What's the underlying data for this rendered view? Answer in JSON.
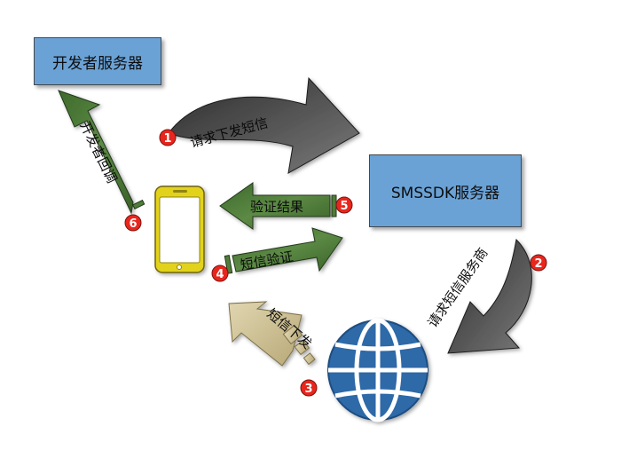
{
  "nodes": {
    "developer_server": "开发者服务器",
    "smssdk_server": "SMSSDK服务器"
  },
  "steps": [
    {
      "num": "1",
      "label": "请求下发短信"
    },
    {
      "num": "2",
      "label": "请求短信服务商"
    },
    {
      "num": "3",
      "label": "短信下发"
    },
    {
      "num": "4",
      "label": "短信验证"
    },
    {
      "num": "5",
      "label": "验证结果"
    },
    {
      "num": "6",
      "label": "开发者回调"
    }
  ],
  "colors": {
    "box": "#6aa2d6",
    "gray_arrow": "#4a4a4a",
    "green_arrow": "#4f7d3a",
    "tan_arrow": "#cfc29a",
    "badge": "#e8261d",
    "phone": "#e2d21a",
    "globe": "#2f69a8"
  }
}
